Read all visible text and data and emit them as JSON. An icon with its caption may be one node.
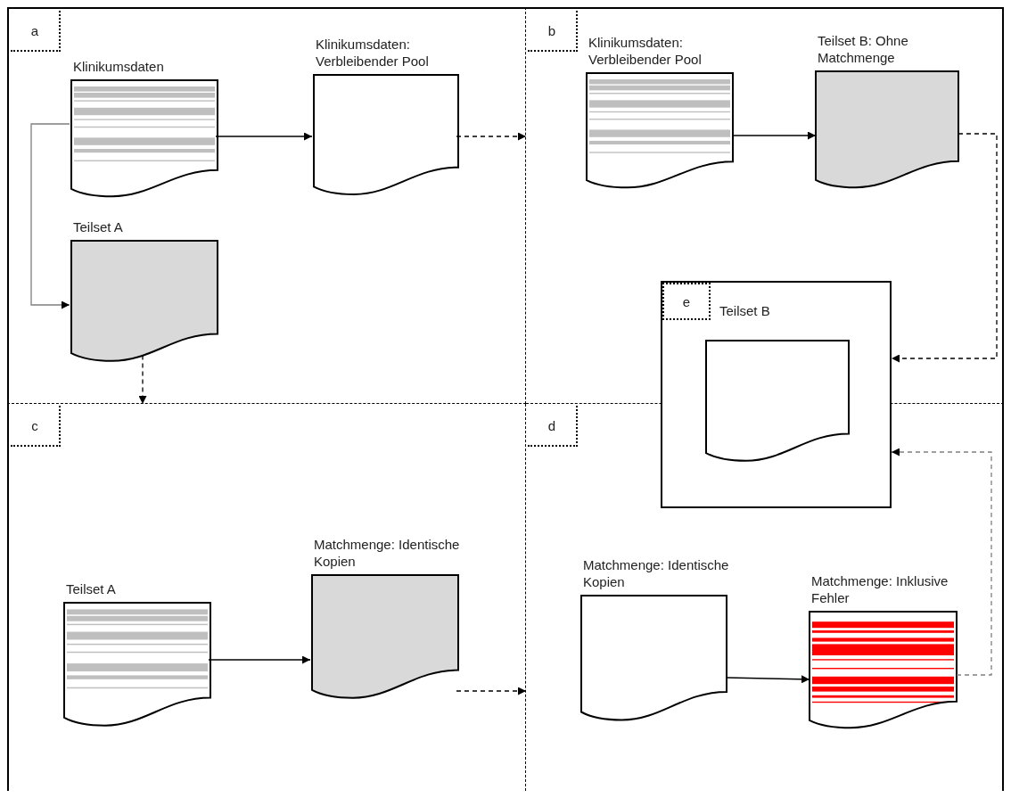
{
  "diagram": {
    "nodes": [
      {
        "text": [
          "a"
        ]
      },
      {
        "text": [
          "Klinikumsdaten"
        ],
        "in": 0
      },
      {
        "text": [
          "Klinikumsdaten: Verbleibender Pool"
        ],
        "in": 0
      },
      {
        "text": [
          "Teilset A"
        ],
        "in": 0
      },
      {
        "text": [
          "b"
        ]
      },
      {
        "text": [
          "Klinikumsdaten: Verbleibender Pool"
        ],
        "in": 4
      },
      {
        "text": [
          "Teilset B: Ohne Matchmenge"
        ],
        "in": 4
      },
      {
        "text": [
          "e",
          "Teilset B"
        ]
      },
      {
        "text": [],
        "shape": "document",
        "in": 7
      },
      {
        "text": [
          "c"
        ]
      },
      {
        "text": [
          "Teilset A"
        ],
        "in": 9
      },
      {
        "text": [
          "Matchmenge: Identische Kopien"
        ],
        "in": 9
      },
      {
        "text": [
          "d"
        ]
      },
      {
        "text": [
          "Matchmenge: Identische Kopien"
        ],
        "in": 12
      },
      {
        "text": [
          "Matchmenge: Inklusive Fehler"
        ],
        "in": 12
      }
    ],
    "edges": [
      {
        "from": 1,
        "to": 2,
        "arrow": "to"
      },
      {
        "from": 1,
        "to": 3,
        "arrow": "to",
        "color": "#7f7f7f"
      },
      {
        "from": 2,
        "to": 4,
        "arrow": "to",
        "style": "dashed"
      },
      {
        "from": 3,
        "to": 9,
        "arrow": "to",
        "style": "dashed"
      },
      {
        "from": 5,
        "to": 6,
        "arrow": "to"
      },
      {
        "from": 6,
        "to": 7,
        "arrow": "to",
        "style": "dashed"
      },
      {
        "from": 10,
        "to": 11,
        "arrow": "to"
      },
      {
        "from": 11,
        "to": 12,
        "arrow": "to",
        "style": "dashed"
      },
      {
        "from": 13,
        "to": 14,
        "arrow": "to"
      },
      {
        "from": 14,
        "to": 7,
        "arrow": "to",
        "style": "dashed",
        "color": "#7f7f7f"
      }
    ]
  }
}
